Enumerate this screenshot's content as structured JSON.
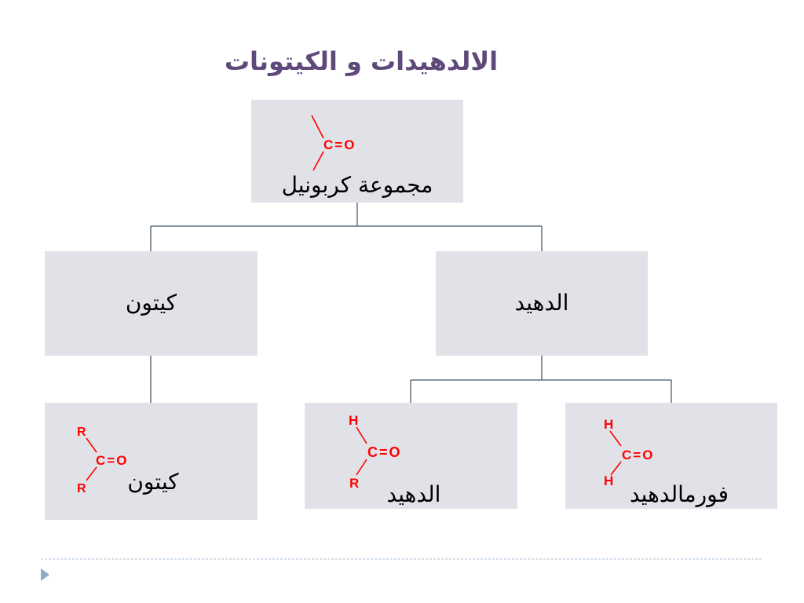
{
  "title": "الالدهيدات و الكيتونات",
  "colors": {
    "title": "#5f497a",
    "box": "#e0e2e7",
    "connector": "#62707f",
    "chem": "#ff0000",
    "divider": "#a9bed4",
    "bullet": "#8eaacc"
  },
  "root": {
    "label": "مجموعة كربونيل",
    "structure": {
      "group": "C=O"
    }
  },
  "level2": {
    "ketone": {
      "label": "كيتون"
    },
    "aldehyde": {
      "label": "الدهيد"
    }
  },
  "level3": {
    "ketone": {
      "label": "كيتون",
      "structure": {
        "top": "R",
        "group": "C=O",
        "bottom": "R"
      }
    },
    "aldehyde": {
      "label": "الدهيد",
      "structure": {
        "top": "H",
        "group": "C=O",
        "bottom": "R"
      }
    },
    "formaldehyde": {
      "label": "فورمالدهيد",
      "structure": {
        "top": "H",
        "group": "C=O",
        "bottom": "H"
      }
    }
  },
  "icons": {
    "bullet": "triangle-right-icon"
  }
}
